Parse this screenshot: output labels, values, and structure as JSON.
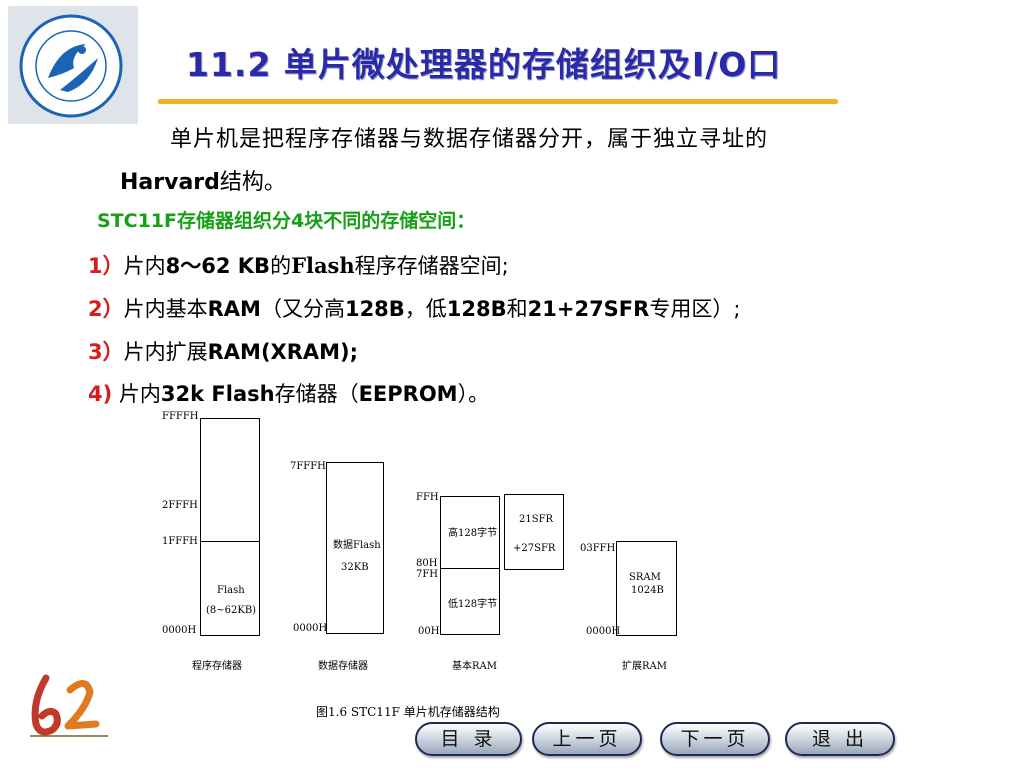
{
  "title": "11.2  单片微处理器的存储组织及I/O口",
  "intro_line1": "单片机是把程序存储器与数据存储器分开，属于独立寻址的",
  "intro_line2_bold": "Harvard",
  "intro_line2_rest": "结构。",
  "heading": "STC11F存储器组织分4块不同的存储空间：",
  "items": [
    {
      "num": "1）",
      "text_a": "片内",
      "text_b": "8～62 KB",
      "text_c": "的",
      "text_d": "Flash",
      "text_e": "程序存储器空间;"
    },
    {
      "num": "2）",
      "text_a": "片内基本",
      "text_b": "RAM",
      "text_c": "（又分高",
      "text_d": "128B",
      "text_e": "，低",
      "text_f": "128B",
      "text_g": "和",
      "text_h": "21+27SFR",
      "text_i": "专用区）;"
    },
    {
      "num": "3）",
      "text_a": "片内扩展",
      "text_b": "RAM(XRAM);"
    },
    {
      "num": "4)",
      "text_a": "片内",
      "text_b": "32k Flash",
      "text_c": "存储器（",
      "text_d": "EEPROM",
      "text_e": "）。"
    }
  ],
  "diagram": {
    "program": {
      "ffff": "FFFFH",
      "2fff": "2FFFH",
      "1fff": "1FFFH",
      "zero": "0000H",
      "flash": "Flash",
      "range": "(8~62KB)",
      "caption": "程序存储器"
    },
    "data": {
      "top": "7FFFH",
      "zero": "0000H",
      "name": "数据Flash",
      "size": "32KB",
      "caption": "数据存储器"
    },
    "basic": {
      "ffh": "FFH",
      "h80": "80H",
      "h7f": "7FH",
      "h00": "00H",
      "high": "高128字节",
      "low": "低128字节",
      "sfr1": "21SFR",
      "sfr2": "+27SFR",
      "caption": "基本RAM"
    },
    "ext": {
      "top": "03FFH",
      "zero": "0000H",
      "name": "SRAM",
      "size": "1024B",
      "caption": "扩展RAM"
    },
    "figure_caption": "图1.6  STC11F  单片机存储器结构"
  },
  "nav": {
    "toc": "目  录",
    "prev": "上一页",
    "next": "下一页",
    "exit": "退  出"
  },
  "colors": {
    "title": "#2a2aa8",
    "accent_rule": "#f0b323",
    "heading": "#16a016",
    "numbers": "#d81b1b"
  }
}
